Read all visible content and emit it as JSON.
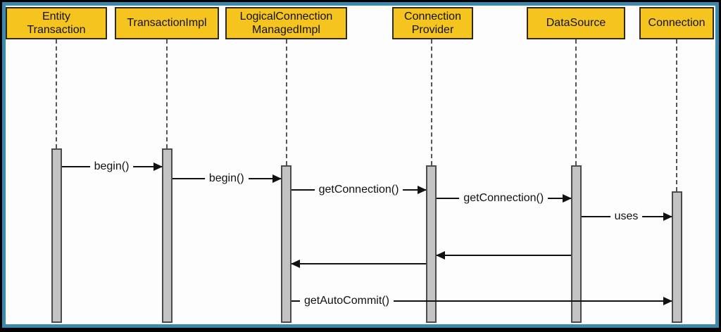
{
  "diagram": {
    "type": "uml-sequence-diagram",
    "participants": [
      {
        "label": "Entity\nTransaction"
      },
      {
        "label": "TransactionImpl"
      },
      {
        "label": "LogicalConnection\nManagedImpl"
      },
      {
        "label": "Connection\nProvider"
      },
      {
        "label": "DataSource"
      },
      {
        "label": "Connection"
      }
    ],
    "messages": [
      {
        "label": "begin()",
        "from": 0,
        "to": 1,
        "kind": "call"
      },
      {
        "label": "begin()",
        "from": 1,
        "to": 2,
        "kind": "call"
      },
      {
        "label": "getConnection()",
        "from": 2,
        "to": 3,
        "kind": "call"
      },
      {
        "label": "getConnection()",
        "from": 3,
        "to": 4,
        "kind": "call"
      },
      {
        "label": "uses",
        "from": 4,
        "to": 5,
        "kind": "call"
      },
      {
        "label": "",
        "from": 4,
        "to": 3,
        "kind": "return"
      },
      {
        "label": "",
        "from": 3,
        "to": 2,
        "kind": "return"
      },
      {
        "label": "getAutoCommit()",
        "from": 2,
        "to": 5,
        "kind": "call"
      }
    ],
    "colors": {
      "box_fill": "#f5c41e",
      "box_border": "#2e2c1a",
      "bar_fill": "#c3c3c3",
      "bar_border": "#4c4c4c",
      "lifeline": "#555555",
      "arrow": "#111111",
      "text": "#111111",
      "background": "#fdfdfd",
      "frame_inner": "#3d89ae",
      "frame_outer": "#000000"
    }
  }
}
